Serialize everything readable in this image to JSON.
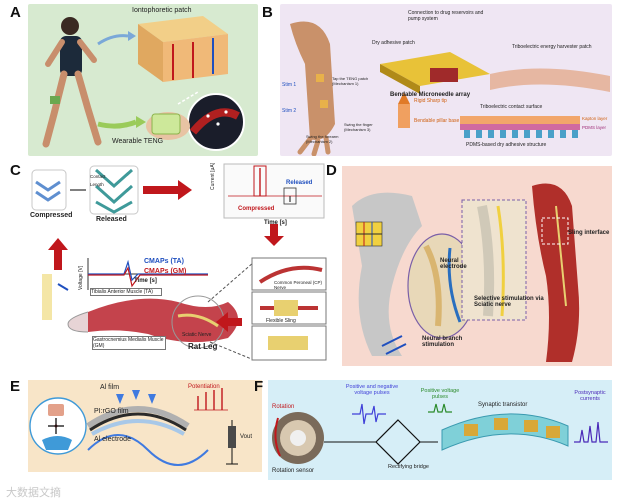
{
  "panels": {
    "A": {
      "label": "A",
      "iontophoretic_patch": "Iontophoretic patch",
      "wearable_teng": "Wearable TENG"
    },
    "B": {
      "label": "B",
      "connection": "Connection to drug reservoirs and pump system",
      "dry_adhesive": "Dry adhesive patch",
      "teng_harvester": "Triboelectric energy harvester patch",
      "microneedle_array": "Bendable Microneedle array",
      "rigid_tip": "Rigid Sharp tip",
      "pillar_base": "Bendable pillar base",
      "contact_surface": "Triboelectric contact surface",
      "kapton": "Kapton layer",
      "pdms_layer": "PDMS layer",
      "pdms_structure": "PDMS-based dry adhesive structure",
      "stim1": "Stim 1",
      "stim2": "Stim 2",
      "teng_patch": "Tap the TENG patch",
      "mech1": "(Mechanism 1)",
      "forearm": "Swing the forearm",
      "mech2": "(Mechanism 2)",
      "finger": "Swing the finger",
      "mech3": "(Mechanism 3)"
    },
    "C": {
      "label": "C",
      "compressed": "Compressed",
      "released": "Released",
      "length": "Length",
      "contact": "Contact",
      "current_axis": "Current [μA]",
      "time_axis": "Time [s]",
      "graph_compressed": "Compressed",
      "graph_released": "Released",
      "cmaps_ta": "CMAPs (TA)",
      "cmaps_gm": "CMAPs (GM)",
      "voltage_axis": "Voltage [V]",
      "time_axis2": "Time [s]",
      "ta_muscle": "Tibialis Anterior Muscle (TA)",
      "gm_muscle": "Gastrocnemius Medialis Muscle (GM)",
      "sciatic": "Sciatic Nerve",
      "rat_leg": "Rat Leg",
      "peroneal": "Common Peroneal (CP) Nerve",
      "sling": "Flexible Sling"
    },
    "D": {
      "label": "D",
      "sling_interface": "Sling interface",
      "neural_electrode": "Neural electrode",
      "selective": "Selective stimulation via Sciatic nerve",
      "branch": "Neural branch stimulation"
    },
    "E": {
      "label": "E",
      "al_film": "Al film",
      "pi_rgo": "PI:rGO film",
      "al_electrode": "Al electrode",
      "potentiation": "Potentiation",
      "vout": "Vout"
    },
    "F": {
      "label": "F",
      "rotation": "Rotation",
      "pos_neg": "Positive and negative voltage pulses",
      "pos_pulses": "Positive voltage pulses",
      "synaptic": "Synaptic transistor",
      "postsynaptic": "Postsynaptic currents",
      "sensor": "Rotation sensor",
      "bridge": "Rectifying bridge"
    }
  },
  "watermark": "大数据文摘",
  "colors": {
    "panelA_bg": "#d7ead0",
    "panelB_bg": "#efe6f3",
    "panelC_bg": "#ffffff",
    "panelD_bg": "#f7d9cf",
    "panelE_bg": "#f8e5c8",
    "panelF_bg": "#d6eef7",
    "accent_red": "#c0171c",
    "accent_blue": "#1f4fbf"
  }
}
